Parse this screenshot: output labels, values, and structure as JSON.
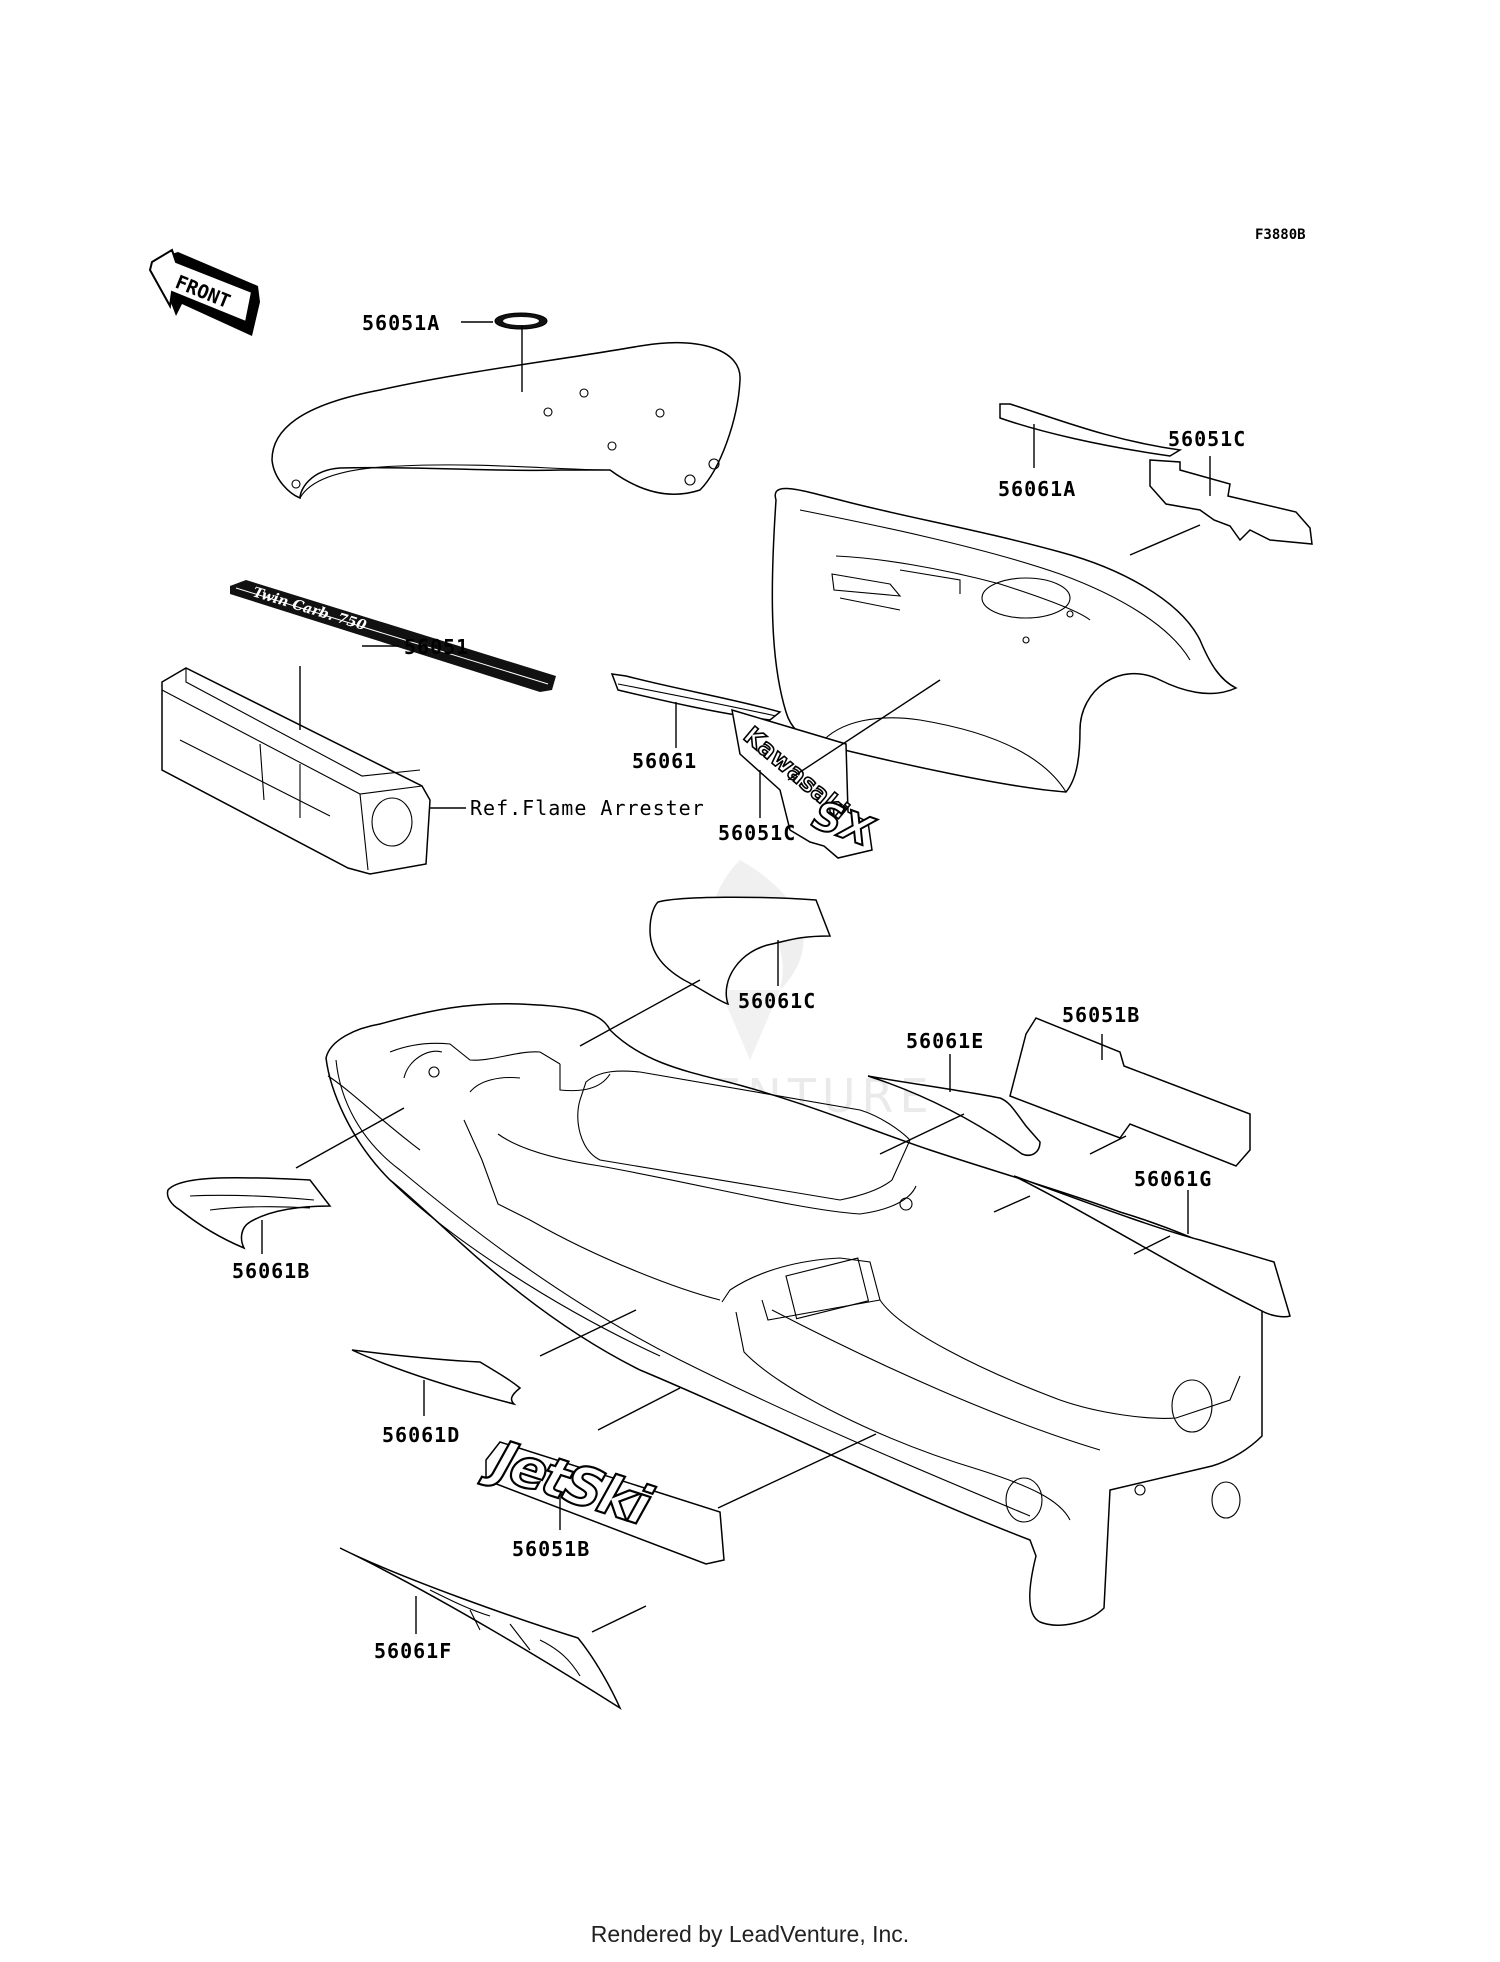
{
  "diagram": {
    "figure_code": "F3880B",
    "front_arrow_label": "FRONT",
    "watermark_text": "LEADVENTURE",
    "footer": "Rendered by LeadVenture, Inc.",
    "reference_note": "Ref.Flame Arrester",
    "callouts": {
      "c56051A": "56051A",
      "c56061A": "56061A",
      "c56051C_top": "56051C",
      "c56051": "56051",
      "c56061": "56061",
      "c56051C_mid": "56051C",
      "c56061C": "56061C",
      "c56051B_top": "56051B",
      "c56061E": "56061E",
      "c56061G": "56061G",
      "c56061B": "56061B",
      "c56061D": "56061D",
      "c56051B_bot": "56051B",
      "c56061F": "56061F"
    },
    "decal_texts": {
      "twin_carb": "Twin Carb. 750",
      "kawasaki": "Kawasaki",
      "sx": "SX",
      "jetski": "JetSki"
    }
  }
}
